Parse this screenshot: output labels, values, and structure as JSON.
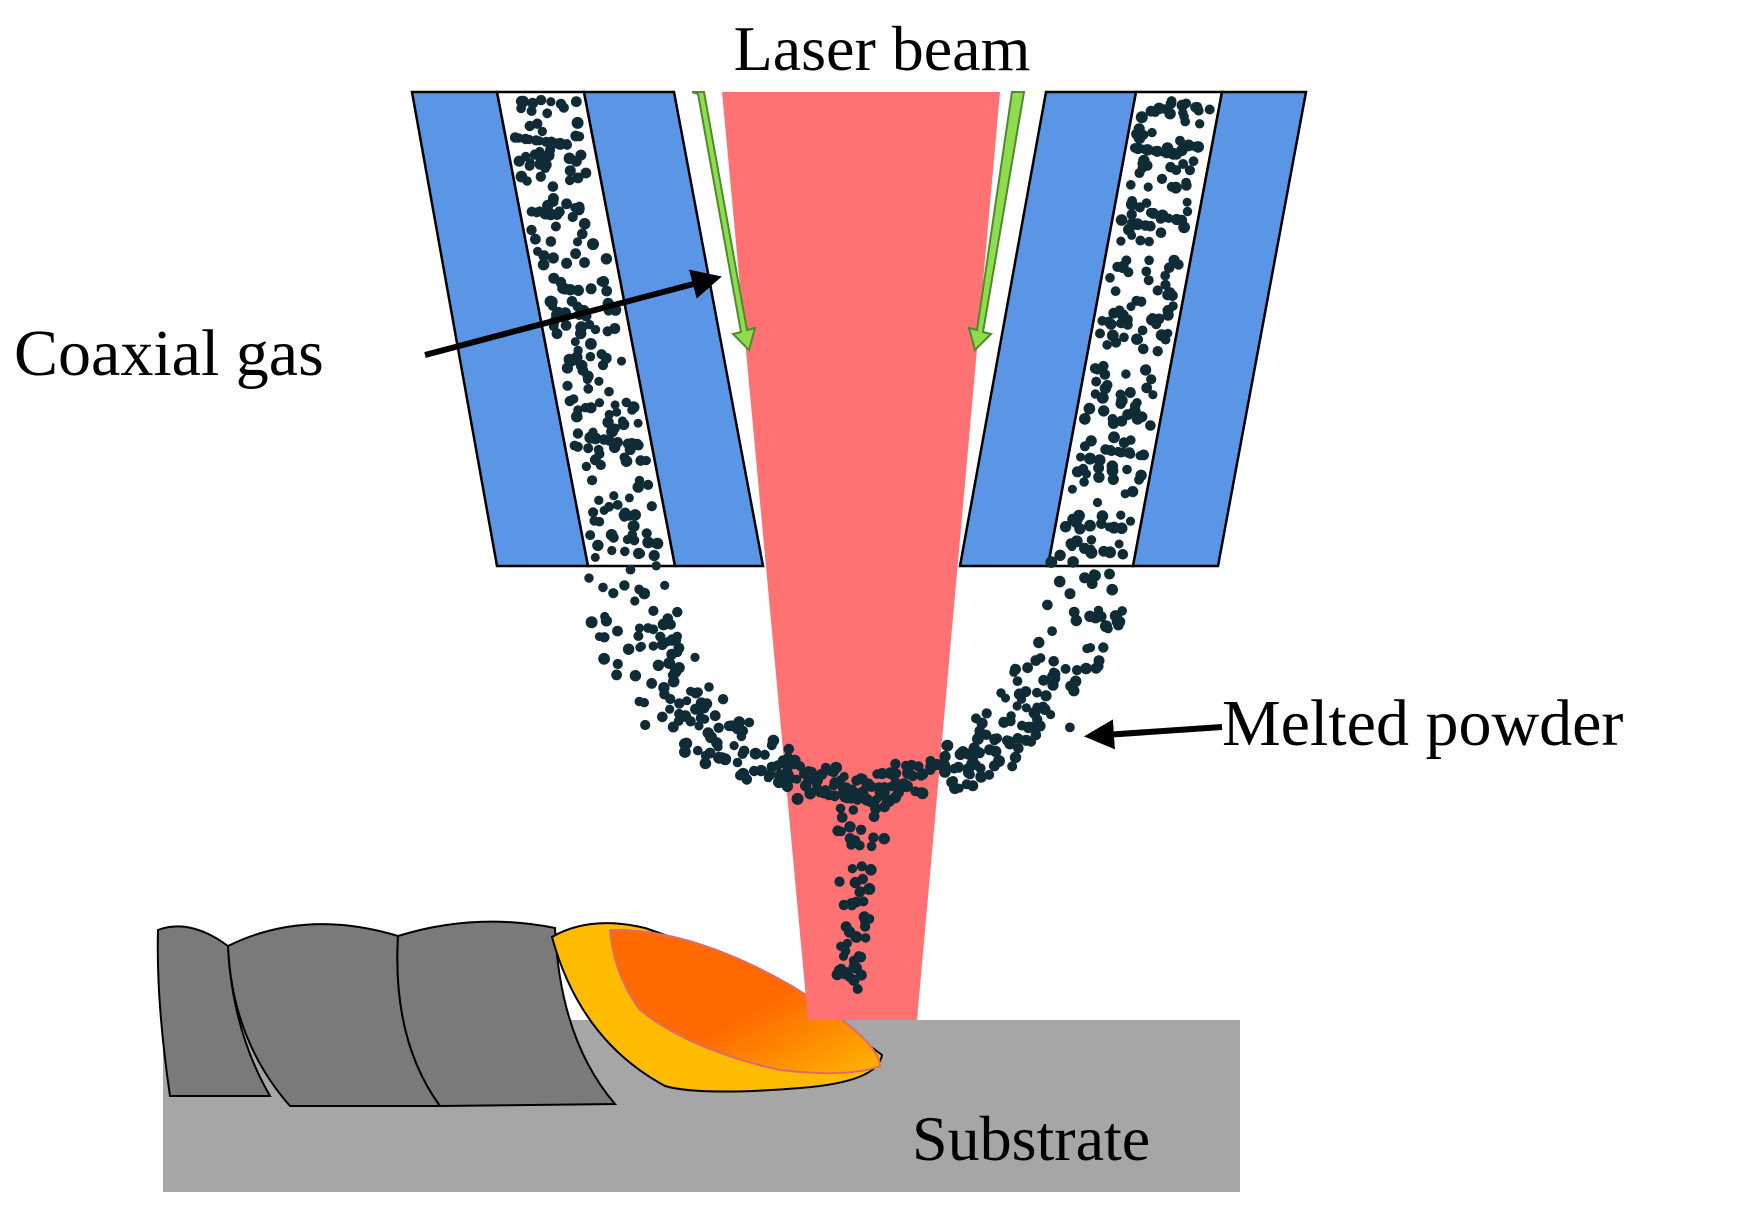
{
  "labels": {
    "laser_beam": "Laser beam",
    "coaxial_gas": "Coaxial gas",
    "melted_powder": "Melted powder",
    "substrate": "Substrate"
  },
  "colors": {
    "nozzle": "#5b96e6",
    "outline": "#000000",
    "laser": "#ff7274",
    "gas_arrow": "#8fdc4f",
    "gas_arrow_edge": "#4f8a2c",
    "powder": "#0f2b36",
    "bead": "#7a7a7a",
    "substrate": "#a6a6a6",
    "melt_rim": "#ffbb00",
    "melt_pool_a": "#ff6a00",
    "melt_pool_b": "#ffb400"
  }
}
